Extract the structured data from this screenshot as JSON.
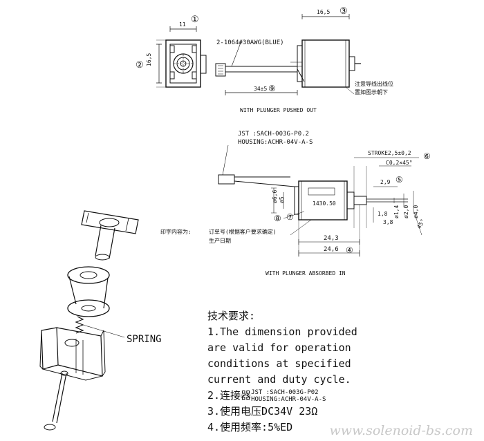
{
  "top_view": {
    "dim_width": "11",
    "callout_1": "①",
    "callout_2": "②",
    "dim_height": "16,5",
    "dim_right_width": "16,5",
    "callout_3": "③",
    "wire_label": "2-1064#30AWG(BLUE)",
    "dim_wire": "34±5",
    "callout_9": "⑨",
    "note_line1": "注意导线出线位",
    "note_line2": "置如图示朝下",
    "caption": "WITH PLUNGER PUSHED OUT"
  },
  "side_view": {
    "connector_line1": "JST :SACH-003G-P0.2",
    "connector_line2": "HOUSING:ACHR-04V-A-S",
    "stroke": "STROKE2,5±0,2",
    "callout_6": "⑥",
    "chamfer": "C0,2×45°",
    "dim_2_9": "2,9",
    "callout_5": "⑤",
    "dim_6_6": "ø6,6",
    "dim_5": "ø5",
    "label_code": "1430.50",
    "dim_1_8": "1,8",
    "dim_3_8": "3,8",
    "dim_1_4": "ø1,4",
    "dim_2_0": "ø2,0",
    "dim_4_0": "ø4,0",
    "angle": "45°",
    "callout_8": "⑧",
    "callout_7": "⑦",
    "print_note": "印字内容为:",
    "order_note": "订单号(根据客户要求确定)",
    "date_note": "生产日期",
    "dim_24_3": "24,3",
    "dim_24_6": "24,6",
    "callout_4": "④",
    "caption": "WITH PLUNGER ABSORBED IN"
  },
  "exploded": {
    "spring_label": "SPRING"
  },
  "specs": {
    "heading": "技术要求:",
    "item1_line1": "1.The dimension provided",
    "item1_line2": "are valid for operation",
    "item1_line3": "conditions at specified",
    "item1_line4": "current and duty cycle.",
    "item2_prefix": "2.连接器",
    "item2_line1": "JST :SACH-003G-P02",
    "item2_line2": "HOUSING:ACHR-04V-A-S",
    "item3": "3.使用电压DC34V   23Ω",
    "item4": "4.使用频率:5%ED"
  },
  "watermark": "www.solenoid-bs.com"
}
